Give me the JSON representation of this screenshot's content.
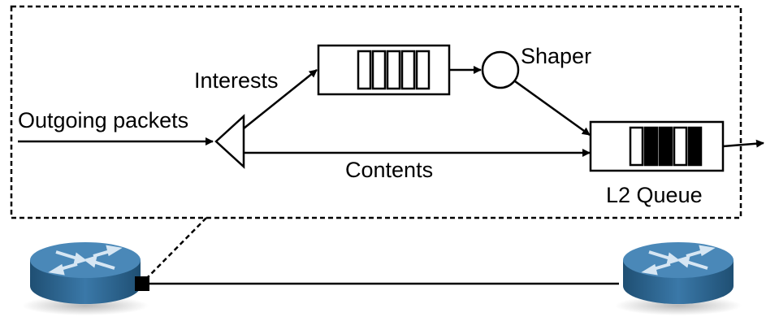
{
  "labels": {
    "outgoing": "Outgoing packets",
    "interests": "Interests",
    "shaper": "Shaper",
    "contents": "Contents",
    "l2_queue": "L2 Queue"
  },
  "colors": {
    "line": "#000000",
    "router_top": "#4a88b8",
    "router_side": "#2a6189",
    "router_arrows": "#d6e6f3"
  },
  "icons": {
    "router": "router-icon",
    "demux": "triangle-demux-icon",
    "shaper": "circle-shaper-icon",
    "interface_port": "square-port-icon"
  },
  "queues": {
    "interest_queue_slots": [
      "empty",
      "empty",
      "empty",
      "empty",
      "empty"
    ],
    "l2_queue_slots": [
      "empty",
      "filled",
      "filled",
      "empty",
      "filled"
    ]
  }
}
